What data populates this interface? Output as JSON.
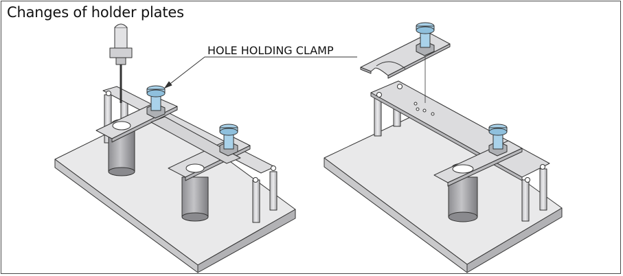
{
  "title": "Changes of holder plates",
  "callout_label": "HOLE HOLDING CLAMP",
  "colors": {
    "base_top": "#e9e9ea",
    "base_front": "#c9c9cb",
    "base_side": "#b2b2b5",
    "plate": "#dcdcde",
    "post": "#cfcfd1",
    "clamp": "#a9d2ea",
    "outline": "#333333"
  },
  "figures": [
    "before-change",
    "after-change"
  ]
}
